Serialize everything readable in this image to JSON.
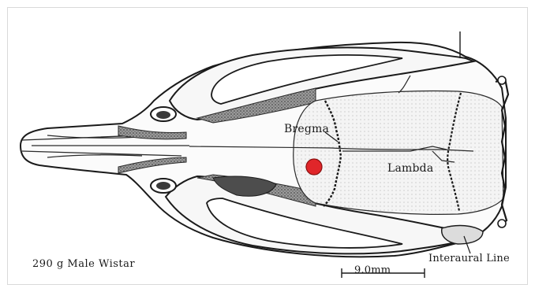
{
  "labels": {
    "bregma": "Bregma",
    "lambda": "Lambda",
    "interaural": "Interaural Line",
    "caption": "290 g Male Wistar",
    "scale": "9.0mm"
  },
  "colors": {
    "marker": "#e0262a",
    "ink": "#1a1a1a",
    "shade": "#6e6e6e"
  }
}
